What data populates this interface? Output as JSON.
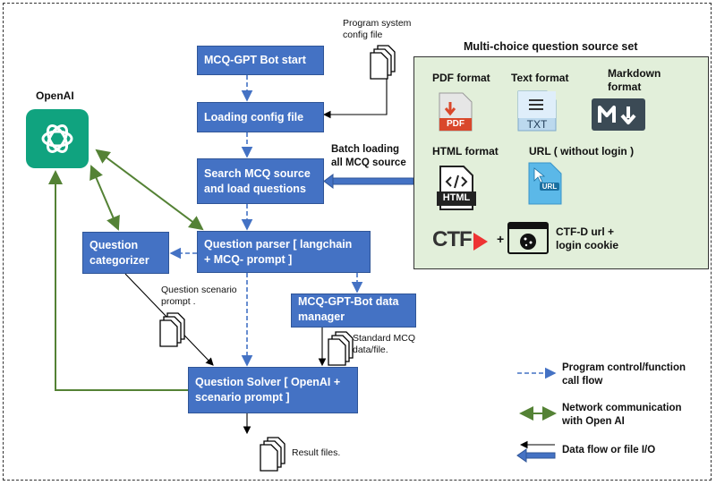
{
  "boxes": {
    "bot_start": "MCQ-GPT Bot start",
    "loading_config": "Loading config file",
    "search_mcq": "Search MCQ source\nand load questions",
    "question_parser": "Question parser [ langchain\n+ MCQ- prompt ]",
    "question_categorizer": "Question\ncategorizer",
    "data_manager": "MCQ-GPT-Bot data\nmanager",
    "question_solver": "Question Solver [ OpenAI +\nscenario prompt ]"
  },
  "labels": {
    "openai": "OpenAI",
    "program_config": "Program system\nconfig file",
    "batch_loading": "Batch loading\nall MCQ source",
    "question_scenario": "Question scenario\nprompt .",
    "standard_mcq": "Standard MCQ\ndata/file.",
    "result_files": "Result files."
  },
  "panel": {
    "title": "Multi-choice question source set",
    "formats": {
      "pdf": "PDF format",
      "text": "Text format",
      "markdown": "Markdown\nformat",
      "html": "HTML format",
      "url": "URL ( without login )",
      "ctfd": "CTF-D url +\nlogin cookie"
    },
    "icon_text": {
      "pdf": "PDF",
      "txt": "TXT",
      "html": "HTML",
      "url": "URL",
      "ctf": "CTF",
      "plus": "+"
    }
  },
  "legend": {
    "control_flow": "Program control/function\ncall flow",
    "network": "Network communication\nwith Open AI",
    "data_flow": "Data flow or file I/O"
  },
  "colors": {
    "box_blue": "#4472C4",
    "green": "#548235",
    "panel_bg": "#e2efda",
    "openai_green": "#10A37F"
  },
  "icons": [
    "openai-logo-icon",
    "document-icon",
    "pdf-file-icon",
    "txt-file-icon",
    "markdown-icon",
    "html-file-icon",
    "url-file-icon",
    "ctfd-logo-icon",
    "cookie-browser-icon"
  ]
}
